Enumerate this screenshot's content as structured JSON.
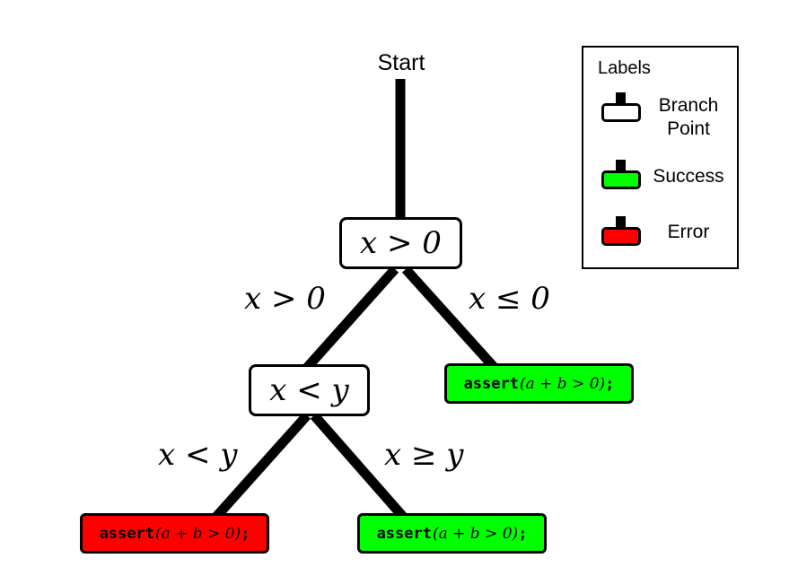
{
  "start": "Start",
  "nodes": {
    "root": "x > 0",
    "inner": "x < y"
  },
  "edges": {
    "root_left": "x > 0",
    "root_right": "x ≤ 0",
    "inner_left": "x < y",
    "inner_right": "x ≥ y"
  },
  "leaves": [
    {
      "keyword": "assert",
      "expr": "(a + b > 0)",
      "punct": ";",
      "status": "Success"
    },
    {
      "keyword": "assert",
      "expr": "(a + b > 0)",
      "punct": ";",
      "status": "Error"
    },
    {
      "keyword": "assert",
      "expr": "(a + b > 0)",
      "punct": ";",
      "status": "Success"
    }
  ],
  "legend": {
    "title": "Labels",
    "items": [
      {
        "label": "Branch Point",
        "color": "#ffffff"
      },
      {
        "label": "Success",
        "color": "#00ff00"
      },
      {
        "label": "Error",
        "color": "#ff0000"
      }
    ]
  },
  "colors": {
    "branch": "#ffffff",
    "success": "#00ff00",
    "error": "#ff0000",
    "line": "#000000"
  }
}
